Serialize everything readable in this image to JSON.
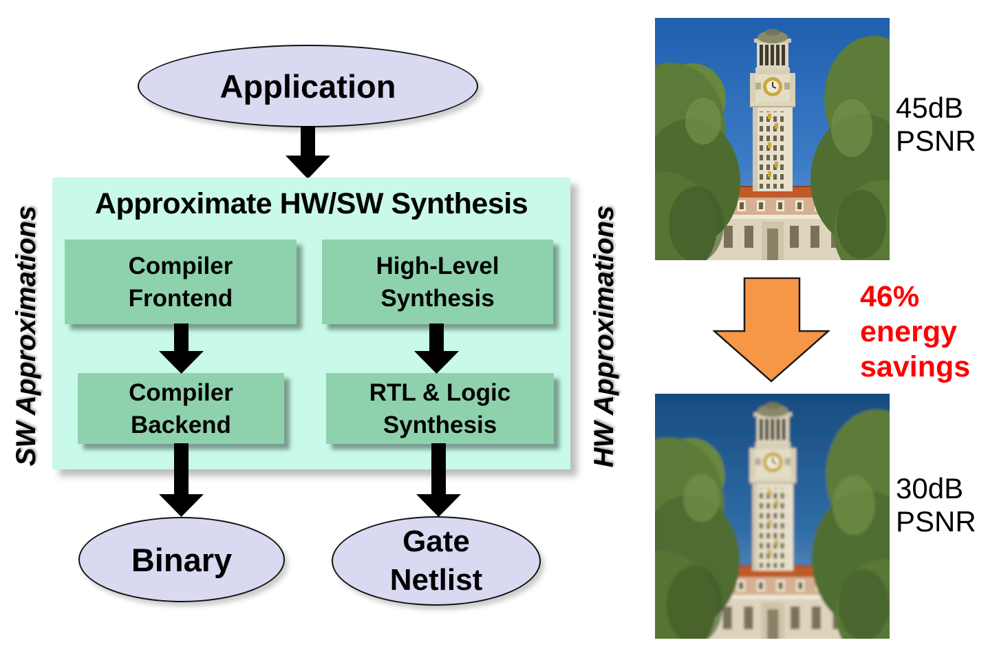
{
  "theme": {
    "ellipse_fill": "#d9d9f2",
    "ellipse_border": "#111111",
    "panel_fill": "#c9f9e8",
    "inner_box_fill": "#8ed2ad",
    "flow_arrow_color": "#000000",
    "orange_arrow_fill": "#f79646",
    "orange_arrow_border": "#1a1a1a",
    "energy_text_color": "#ff0000",
    "text_color": "#000000"
  },
  "flowchart": {
    "application_label": "Application",
    "panel_title": "Approximate HW/SW Synthesis",
    "sw_axis_label": "SW Approximations",
    "hw_axis_label": "HW Approximations",
    "compiler_frontend_label": "Compiler\nFrontend",
    "high_level_synthesis_label": "High-Level\nSynthesis",
    "compiler_backend_label": "Compiler\nBackend",
    "rtl_logic_synthesis_label": "RTL & Logic\nSynthesis",
    "binary_label": "Binary",
    "gate_netlist_label": "Gate\nNetlist"
  },
  "comparison": {
    "top_image_caption": "45dB\nPSNR",
    "bottom_image_caption": "30dB\nPSNR",
    "energy_savings_label": "46%\nenergy\nsavings"
  }
}
